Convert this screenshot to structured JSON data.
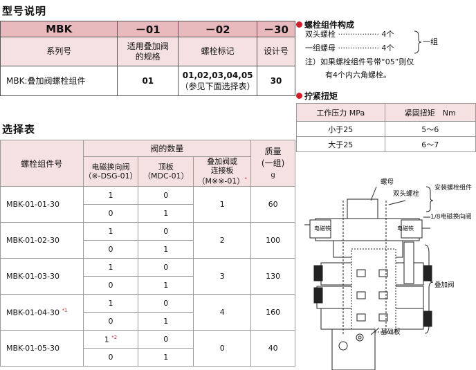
{
  "model_section": {
    "title": "型号说明",
    "codes": [
      "MBK",
      "－01",
      "－02",
      "－30"
    ],
    "labels": [
      "系列号",
      "适用叠加阀\n的规格",
      "螺栓标记",
      "设计号"
    ],
    "values": [
      "MBK:叠加阀螺栓组件",
      "01",
      "01,02,03,04,05",
      "（参见下面选择表）",
      "30"
    ]
  },
  "selection_section": {
    "title": "选择表",
    "headers": {
      "bolt_kit": "螺栓组件号",
      "valve_count": "阀的数量",
      "mass": "质量",
      "mass_unit1": "(一组)",
      "mass_unit2": "g",
      "solenoid": "电磁换向阀",
      "solenoid_code": "（※-DSG-01）",
      "top_plate": "顶板",
      "top_plate_code": "（MDC-01）",
      "stack": "叠加阀或",
      "stack2": "连接板",
      "stack_code": "（M※※-01）"
    },
    "rows": [
      {
        "name": "MBK-01-01-30",
        "note": "",
        "a": [
          "1",
          "0"
        ],
        "b": [
          "0",
          "1"
        ],
        "stack": "1",
        "mass": "60"
      },
      {
        "name": "MBK-01-02-30",
        "note": "",
        "a": [
          "1",
          "0"
        ],
        "b": [
          "0",
          "1"
        ],
        "stack": "2",
        "mass": "100"
      },
      {
        "name": "MBK-01-03-30",
        "note": "",
        "a": [
          "1",
          "0"
        ],
        "b": [
          "0",
          "1"
        ],
        "stack": "3",
        "mass": "130"
      },
      {
        "name": "MBK-01-04-30",
        "note": "*1",
        "a": [
          "1",
          "0"
        ],
        "b": [
          "0",
          "1"
        ],
        "stack": "4",
        "mass": "160"
      },
      {
        "name": "MBK-01-05-30",
        "note": "",
        "a": [
          "1",
          "0"
        ],
        "b": [
          "0",
          "1"
        ],
        "stack": "0",
        "mass": "40",
        "a_note": "*2"
      }
    ],
    "star_marker": "*"
  },
  "composition": {
    "title": "螺栓组件构成",
    "line1": "双头螺栓 ················· 4个",
    "line2": "一组螺母 ················· 4个",
    "group": "一组",
    "note1": "注）如果螺栓组件号带“05”则仅",
    "note2": "有4个内六角螺栓。"
  },
  "torque": {
    "title": "拧紧扭矩",
    "header_pressure": "工作压力 MPa",
    "header_torque": "紧固扭矩　Nm",
    "rows": [
      {
        "pressure": "小于25",
        "torque": "5～6"
      },
      {
        "pressure": "大于25",
        "torque": "6～7"
      }
    ]
  },
  "diagram": {
    "nut": "螺母",
    "stud": "双头螺栓",
    "kit": "安装螺栓组件",
    "solenoid_valve": "电磁换向阀",
    "solenoid_valve_prefix": "1/8",
    "coil_left": "电磁铁",
    "coil_right": "电磁铁",
    "stack_valve": "叠加阀",
    "base_plate": "基础板"
  },
  "colors": {
    "header_dark": "#e8b9bd",
    "header_light": "#f6e1e2",
    "accent": "#d0202c"
  }
}
